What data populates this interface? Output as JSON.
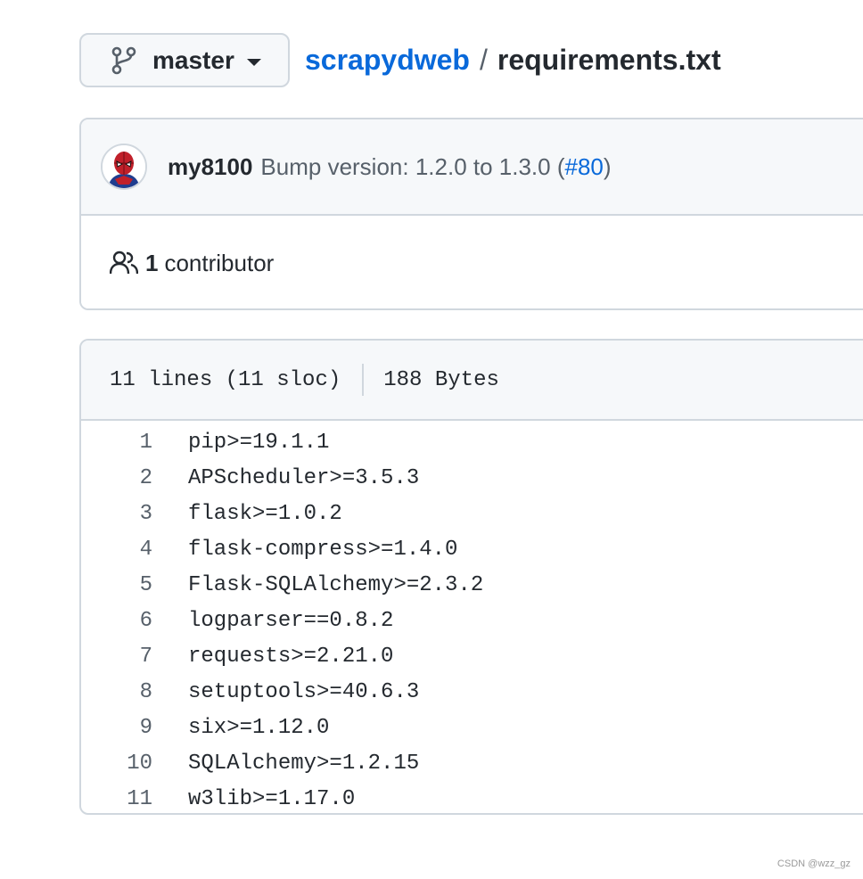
{
  "branch": {
    "label": "master",
    "icon": "git-branch-icon"
  },
  "breadcrumb": {
    "repo": "scrapydweb",
    "separator": "/",
    "file": "requirements.txt"
  },
  "commit": {
    "author": "my8100",
    "message_prefix": "Bump version: 1.2.0 to 1.3.0 (",
    "pr": "#80",
    "message_suffix": ")",
    "avatar_icon": "spiderman-avatar"
  },
  "contributors": {
    "count": "1",
    "label": "contributor",
    "icon": "people-icon"
  },
  "file_info": {
    "lines": "11 lines (11 sloc)",
    "size": "188 Bytes"
  },
  "code_lines": [
    {
      "num": "1",
      "text": "pip>=19.1.1"
    },
    {
      "num": "2",
      "text": "APScheduler>=3.5.3"
    },
    {
      "num": "3",
      "text": "flask>=1.0.2"
    },
    {
      "num": "4",
      "text": "flask-compress>=1.4.0"
    },
    {
      "num": "5",
      "text": "Flask-SQLAlchemy>=2.3.2"
    },
    {
      "num": "6",
      "text": "logparser==0.8.2"
    },
    {
      "num": "7",
      "text": "requests>=2.21.0"
    },
    {
      "num": "8",
      "text": "setuptools>=40.6.3"
    },
    {
      "num": "9",
      "text": "six>=1.12.0"
    },
    {
      "num": "10",
      "text": "SQLAlchemy>=1.2.15"
    },
    {
      "num": "11",
      "text": "w3lib>=1.17.0"
    }
  ],
  "watermark": "CSDN @wzz_gz",
  "colors": {
    "link": "#0969da",
    "border": "#d0d7de",
    "header_bg": "#f6f8fa",
    "muted": "#57606a"
  }
}
